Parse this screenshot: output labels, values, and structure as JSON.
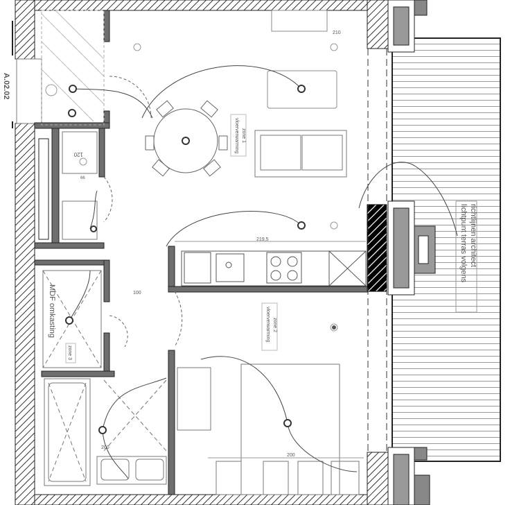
{
  "sheet_ref": "A.02.02",
  "terrace_note": {
    "line1": "lichtpunt terras volgens",
    "line2": "richtlijnen architect"
  },
  "mdf_note": "MDF omkasting",
  "zones": [
    {
      "label": "vloerverwarming",
      "zone": "zone 1"
    },
    {
      "label": "vloerverwarming",
      "zone": "zone 2"
    },
    {
      "label": "zone 3"
    }
  ],
  "dimensions": {
    "kitchen_width": "219,5",
    "hall": "100",
    "bed": "200",
    "bath": "200",
    "shower": "120",
    "wc": "66",
    "top": "210"
  },
  "colors": {
    "wall": "#6e6e6e",
    "hatch": "#333333",
    "line": "#888888",
    "light": "#444444"
  }
}
